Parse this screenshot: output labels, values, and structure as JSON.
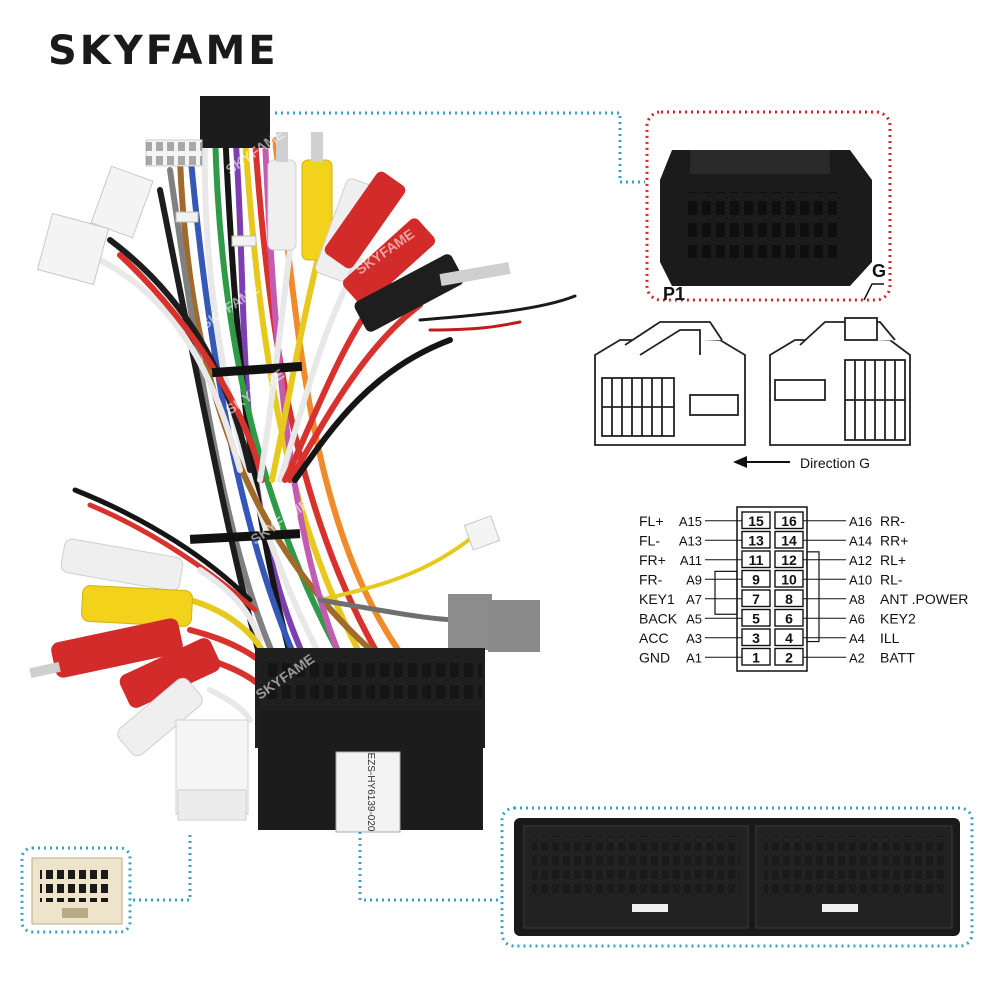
{
  "brand": {
    "name": "SKYFAME"
  },
  "watermark": "SKYFAME",
  "harness_label": "EZS-HY6139-020",
  "connector_labels": {
    "p1": "P1",
    "g": "G"
  },
  "direction_label": "Direction G",
  "pinout": {
    "left": [
      {
        "name": "FL+",
        "code": "A15",
        "pin": "15"
      },
      {
        "name": "FL-",
        "code": "A13",
        "pin": "13"
      },
      {
        "name": "FR+",
        "code": "A11",
        "pin": "11"
      },
      {
        "name": "FR-",
        "code": "A9",
        "pin": "9"
      },
      {
        "name": "KEY1",
        "code": "A7",
        "pin": "7"
      },
      {
        "name": "BACK",
        "code": "A5",
        "pin": "5"
      },
      {
        "name": "ACC",
        "code": "A3",
        "pin": "3"
      },
      {
        "name": "GND",
        "code": "A1",
        "pin": "1"
      }
    ],
    "right": [
      {
        "pin": "16",
        "code": "A16",
        "name": "RR-"
      },
      {
        "pin": "14",
        "code": "A14",
        "name": "RR+"
      },
      {
        "pin": "12",
        "code": "A12",
        "name": "RL+"
      },
      {
        "pin": "10",
        "code": "A10",
        "name": "RL-"
      },
      {
        "pin": "8",
        "code": "A8",
        "name": "ANT .POWER"
      },
      {
        "pin": "6",
        "code": "A6",
        "name": "KEY2"
      },
      {
        "pin": "4",
        "code": "A4",
        "name": "ILL"
      },
      {
        "pin": "2",
        "code": "A2",
        "name": "BATT"
      }
    ]
  },
  "colors": {
    "red_dotted": "#d0252e",
    "blue_dotted": "#3a9fc7",
    "connector_black": "#1f1f1f",
    "rca_red": "#d32a2a",
    "rca_yellow": "#f2d21a",
    "rca_white": "#f2f2f2"
  }
}
